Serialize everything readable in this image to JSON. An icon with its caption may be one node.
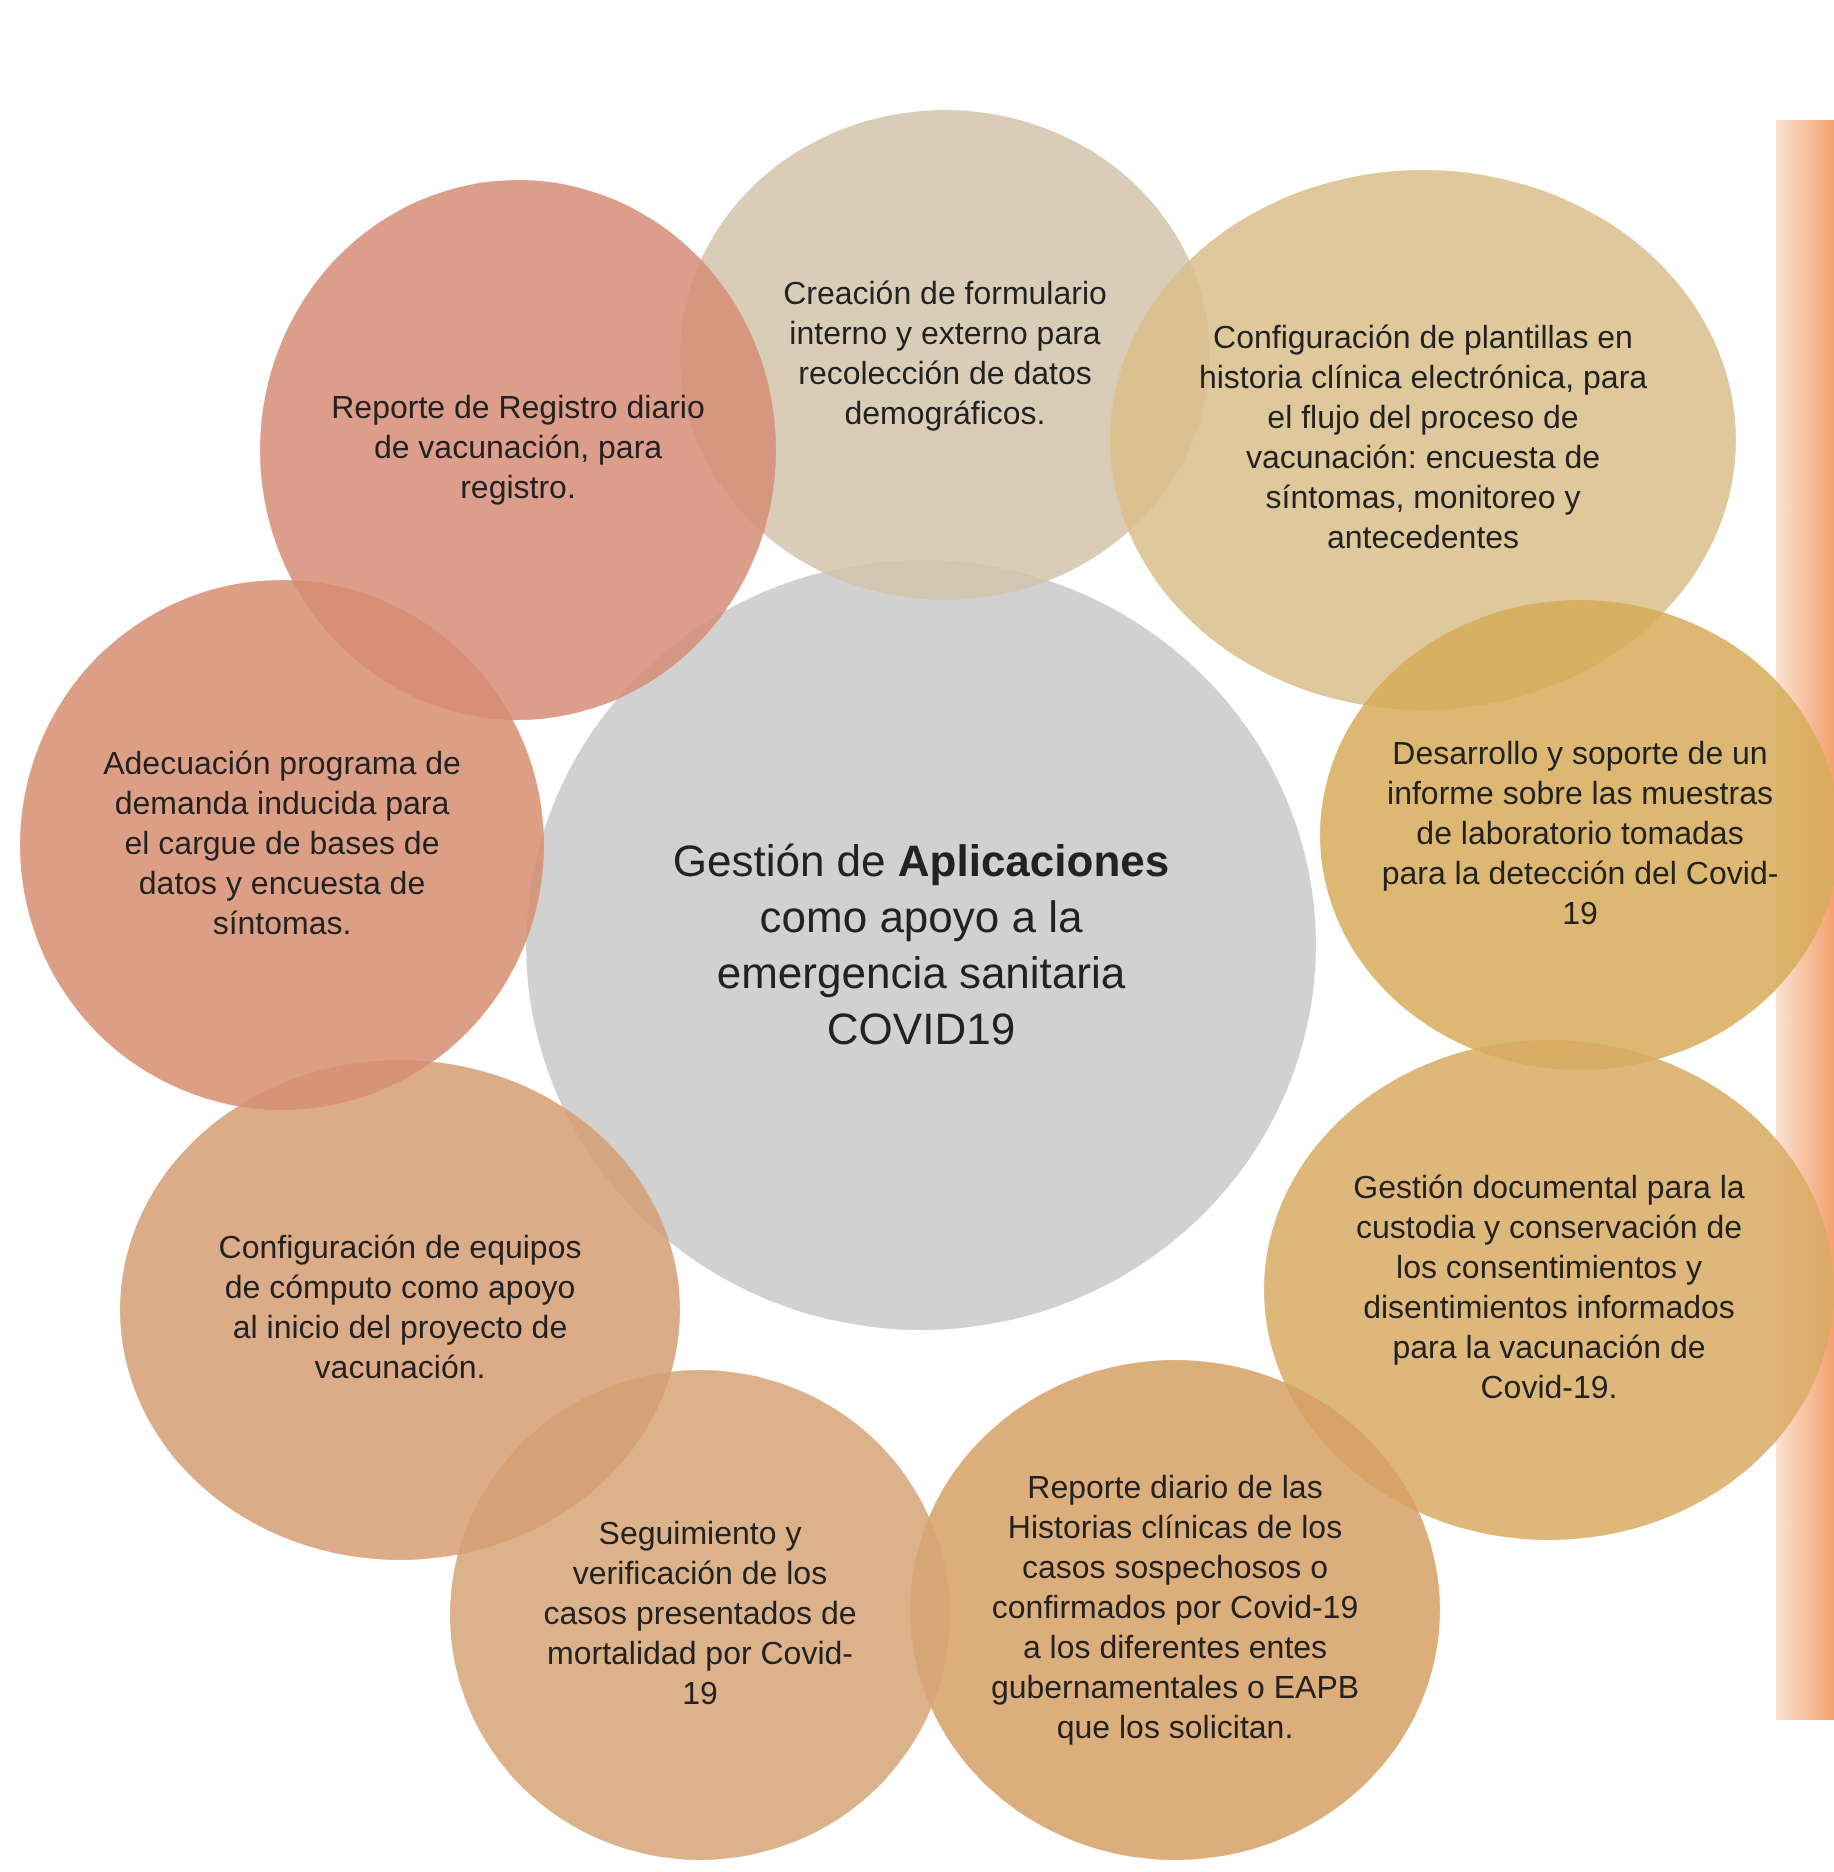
{
  "diagram": {
    "nodes": [
      {
        "text": [
          "Gestión de **Aplicaciones** como apoyo a la emergencia sanitaria COVID19"
        ]
      },
      {
        "text": [
          "Creación de formulario interno y externo para recolección de datos demográficos."
        ]
      },
      {
        "text": [
          "Configuración de plantillas en historia clínica electrónica, para el flujo del proceso de vacunación: encuesta de síntomas, monitoreo y antecedentes"
        ]
      },
      {
        "text": [
          "Desarrollo y soporte de un informe sobre las muestras de laboratorio tomadas para la detección del Covid-19"
        ]
      },
      {
        "text": [
          "Gestión documental para la custodia y conservación de los consentimientos y disentimientos informados para la vacunación de Covid-19."
        ]
      },
      {
        "text": [
          "Reporte diario de las Historias clínicas de los casos sospechosos o confirmados por Covid-19 a los diferentes entes gubernamentales o EAPB que los solicitan."
        ]
      },
      {
        "text": [
          "Seguimiento y verificación de los casos presentados de mortalidad por Covid-19"
        ]
      },
      {
        "text": [
          "Configuración de equipos de cómputo como apoyo al inicio del proyecto de vacunación."
        ]
      },
      {
        "text": [
          "Adecuación programa de demanda inducida para el cargue de bases de datos y encuesta de síntomas."
        ]
      },
      {
        "text": [
          "Reporte de Registro diario de vacunación, para registro."
        ]
      }
    ]
  }
}
